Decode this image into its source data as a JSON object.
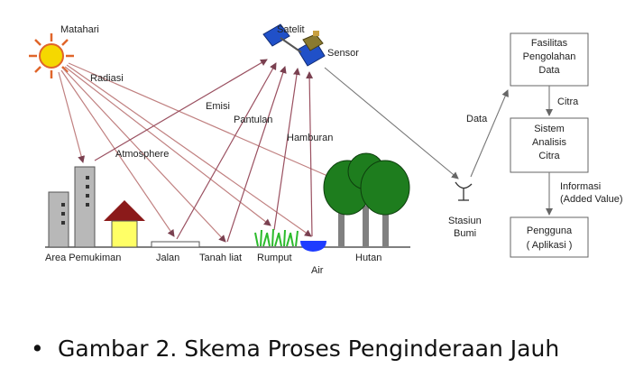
{
  "diagram": {
    "sun": "Matahari",
    "satellite": "Satelit",
    "sensor": "Sensor",
    "radiation": "Radiasi",
    "emission": "Emisi",
    "reflection": "Pantulan",
    "scattering": "Hamburan",
    "atmosphere": "Atmosphere",
    "data": "Data",
    "ground_station": [
      "Stasiun",
      "Bumi"
    ],
    "targets": {
      "settlement": "Area Pemukiman",
      "road": "Jalan",
      "clay": "Tanah liat",
      "grass": "Rumput",
      "water": "Air",
      "forest": "Hutan"
    },
    "boxes": {
      "processing": [
        "Fasilitas",
        "Pengolahan",
        "Data"
      ],
      "analysis": [
        "Sistem",
        "Analisis",
        "Citra"
      ],
      "user": [
        "Pengguna",
        "( Aplikasi )"
      ]
    },
    "edges": {
      "image": "Citra",
      "information": [
        "Informasi",
        "(Added Value)"
      ]
    },
    "colors": {
      "sun": "#f5d800",
      "sun_rays": "#e0652a",
      "ray_lines": "#c08080",
      "return_lines": "#9a5060",
      "building": "#b8b8b8",
      "house_roof": "#8b1a1a",
      "house_wall": "#ffff66",
      "tree": "#1e7d1e",
      "trunk": "#808080",
      "grass": "#2cbb2c",
      "water": "#1e3cff",
      "panel": "#2050c8"
    }
  },
  "caption": {
    "bullet": "•",
    "text": "Gambar 2. Skema Proses Penginderaan Jauh"
  }
}
